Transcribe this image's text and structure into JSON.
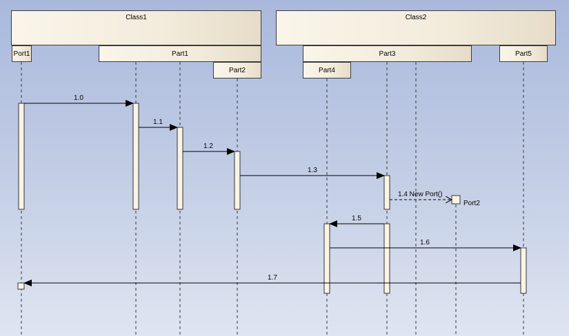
{
  "classes": [
    {
      "id": "class1",
      "name": "Class1"
    },
    {
      "id": "class2",
      "name": "Class2"
    }
  ],
  "parts": {
    "port1": "Port1",
    "part1": "Part1",
    "part2": "Part2",
    "part3": "Part3",
    "part4": "Part4",
    "part5": "Part5"
  },
  "messages": [
    {
      "id": "m1_0",
      "label": "1.0"
    },
    {
      "id": "m1_1",
      "label": "1.1"
    },
    {
      "id": "m1_2",
      "label": "1.2"
    },
    {
      "id": "m1_3",
      "label": "1.3"
    },
    {
      "id": "m1_4",
      "label": "1.4 New Port()"
    },
    {
      "id": "m1_5",
      "label": "1.5"
    },
    {
      "id": "m1_6",
      "label": "1.6"
    },
    {
      "id": "m1_7",
      "label": "1.7"
    }
  ],
  "created": {
    "port2": "Port2"
  },
  "colors": {
    "box_fill": "#f3ecdc",
    "line": "#000000",
    "background": "#c4cfe6"
  }
}
